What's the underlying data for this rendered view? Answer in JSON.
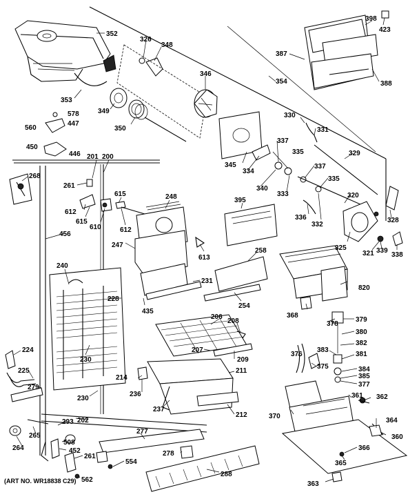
{
  "labels": {
    "p352": "352",
    "p326": "326",
    "p348": "348",
    "p346": "346",
    "p398": "398",
    "p423": "423",
    "p387": "387",
    "p354": "354",
    "p388": "388",
    "p353": "353",
    "p349": "349",
    "p350": "350",
    "p578": "578",
    "p447": "447",
    "p560": "560",
    "p450": "450",
    "p446": "446",
    "p330": "330",
    "p331": "331",
    "p337a": "337",
    "p335a": "335",
    "p329": "329",
    "p345": "345",
    "p334": "334",
    "p340": "340",
    "p333": "333",
    "p337b": "337",
    "p335b": "335",
    "p320": "320",
    "p201": "201",
    "p200": "200",
    "p268": "268",
    "p261a": "261",
    "p615a": "615",
    "p248": "248",
    "p395": "395",
    "p612a": "612",
    "p615b": "615",
    "p610": "610",
    "p612b": "612",
    "p336": "336",
    "p332": "332",
    "p328": "328",
    "p456": "456",
    "p247": "247",
    "p613": "613",
    "p258": "258",
    "p325": "325",
    "p321": "321",
    "p339": "339",
    "p338": "338",
    "p240": "240",
    "p231": "231",
    "p820": "820",
    "p228": "228",
    "p254a": "254",
    "p435": "435",
    "p368": "368",
    "p206": "206",
    "p208": "208",
    "p378": "378",
    "p379": "379",
    "p380": "380",
    "p224": "224",
    "p207": "207",
    "p382": "382",
    "p230a": "230",
    "p209": "209",
    "p376": "376",
    "p383": "383",
    "p381": "381",
    "p225": "225",
    "p211": "211",
    "p375": "375",
    "p384": "384",
    "p214": "214",
    "p385": "385",
    "p279": "279",
    "p236": "236",
    "p377": "377",
    "p230b": "230",
    "p361": "361",
    "p362": "362",
    "p237": "237",
    "p212": "212",
    "p370": "370",
    "p202": "202",
    "p293": "293",
    "p364": "364",
    "p265": "265",
    "p277": "277",
    "p360": "360",
    "p264": "264",
    "p508": "508",
    "p452": "452",
    "p261b": "261",
    "p278": "278",
    "p366": "366",
    "p365": "365",
    "p554": "554",
    "p288": "288",
    "p562": "562",
    "p363": "363"
  },
  "footer": {
    "art_number": "(ART NO. WR18838 C29)"
  }
}
